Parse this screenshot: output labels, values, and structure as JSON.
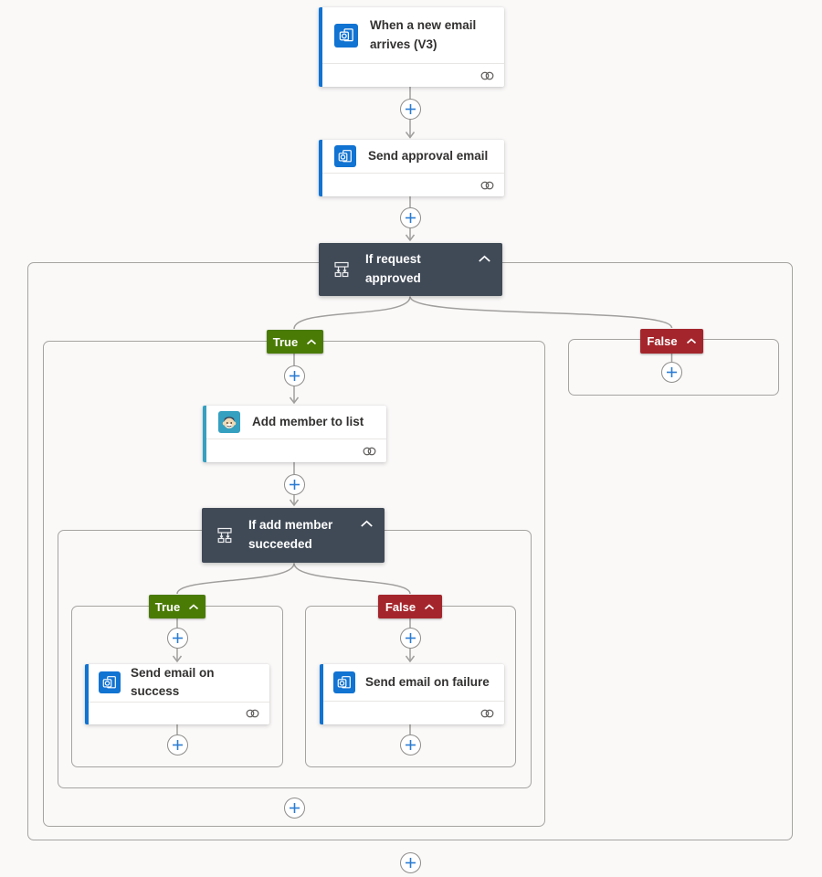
{
  "flow": {
    "trigger": {
      "title": "When a new email arrives (V3)",
      "icon": "outlook-icon"
    },
    "send_approval": {
      "title": "Send approval email",
      "icon": "outlook-icon"
    },
    "outer_condition": {
      "title": "If request approved",
      "icon": "condition-icon"
    },
    "add_member": {
      "title": "Add member to list",
      "icon": "mailchimp-icon"
    },
    "inner_condition": {
      "title": "If add member succeeded",
      "icon": "condition-icon"
    },
    "send_success": {
      "title": "Send email on success",
      "icon": "outlook-icon"
    },
    "send_failure": {
      "title": "Send email on failure",
      "icon": "outlook-icon"
    },
    "branch_labels": {
      "true": "True",
      "false": "False"
    }
  },
  "icons": {
    "outlook": "outlook-icon",
    "mailchimp": "mailchimp-icon",
    "condition": "condition-icon",
    "chevron_up": "chevron-up-icon",
    "plus": "plus-icon",
    "connection": "connection-icon"
  },
  "colors": {
    "canvas_bg": "#faf9f8",
    "outlook_blue": "#1173d2",
    "mailchimp_teal": "#35a0c0",
    "condition_dark": "#404a57",
    "true_green": "#4a7b04",
    "false_red": "#a4262c",
    "plus_blue": "#2b7cd3",
    "connector_gray": "#a19f9d",
    "scope_border": "#a6a4a1"
  }
}
